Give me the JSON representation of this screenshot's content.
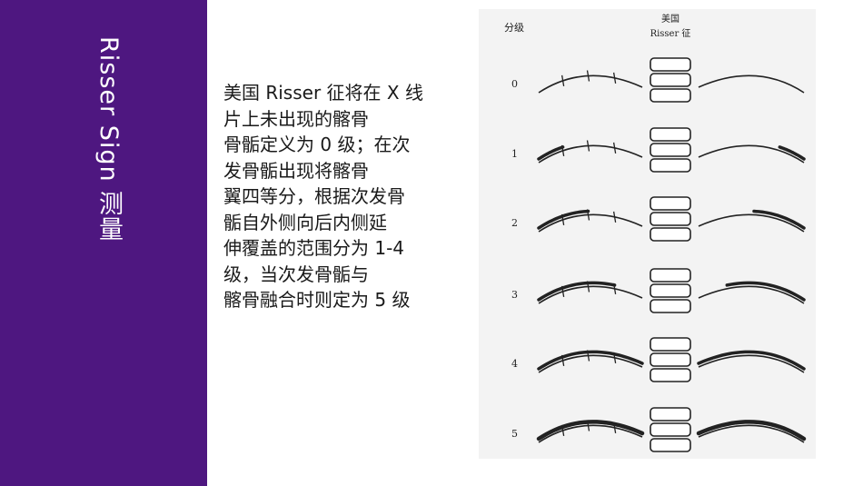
{
  "slide": {
    "title": "Risser  Sign 测量",
    "description_lines": [
      "美国 Risser 征将在 X 线",
      "片上未出现的髂骨",
      "骨骺定义为 0 级；在次",
      "发骨骺出现将髂骨",
      "翼四等分，根据次发骨",
      "骺自外侧向后内侧延",
      "伸覆盖的范围分为 1-4",
      "级，当次发骨骺与",
      "髂骨融合时则定为 5 级"
    ]
  },
  "figure": {
    "grade_header": "分级",
    "system_header_line1": "美国",
    "system_header_line2": "Risser 征",
    "grades": [
      {
        "label": "0",
        "coverage": 0
      },
      {
        "label": "1",
        "coverage": 0.25
      },
      {
        "label": "2",
        "coverage": 0.5
      },
      {
        "label": "3",
        "coverage": 0.75
      },
      {
        "label": "4",
        "coverage": 1.0
      },
      {
        "label": "5",
        "coverage": 1.0,
        "fused": true
      }
    ],
    "colors": {
      "sidebar": "#4e1780",
      "ink": "#222222"
    }
  }
}
